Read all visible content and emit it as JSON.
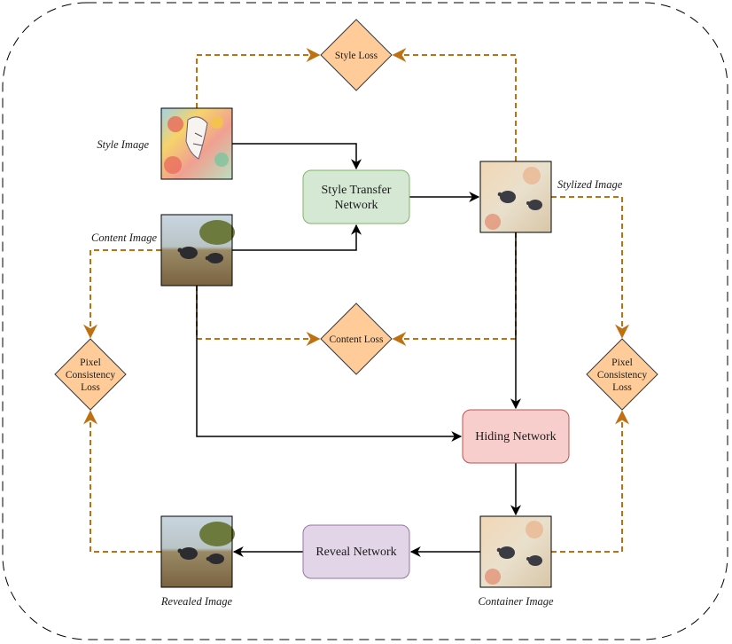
{
  "nodes": {
    "style_transfer": {
      "line1": "Style Transfer",
      "line2": "Network"
    },
    "hiding": {
      "label": "Hiding Network"
    },
    "reveal": {
      "label": "Reveal Network"
    },
    "style_loss": {
      "label": "Style Loss"
    },
    "content_loss": {
      "label": "Content Loss"
    },
    "pixel_loss_left": {
      "line1": "Pixel",
      "line2": "Consistency",
      "line3": "Loss"
    },
    "pixel_loss_right": {
      "line1": "Pixel",
      "line2": "Consistency",
      "line3": "Loss"
    }
  },
  "images": {
    "style": {
      "caption": "Style Image"
    },
    "content": {
      "caption": "Content Image"
    },
    "stylized": {
      "caption": "Stylized Image"
    },
    "container": {
      "caption": "Container Image"
    },
    "revealed": {
      "caption": "Revealed Image"
    }
  },
  "colors": {
    "loss_fill": "#ffcc99",
    "loss_stroke": "#36393d",
    "loss_arrow": "#c07010",
    "style_transfer_fill": "#d5e8d4",
    "style_transfer_stroke": "#82b366",
    "hiding_fill": "#f8cecc",
    "hiding_stroke": "#b85450",
    "reveal_fill": "#e1d5e7",
    "reveal_stroke": "#9673a6",
    "flow_arrow": "#000000"
  }
}
